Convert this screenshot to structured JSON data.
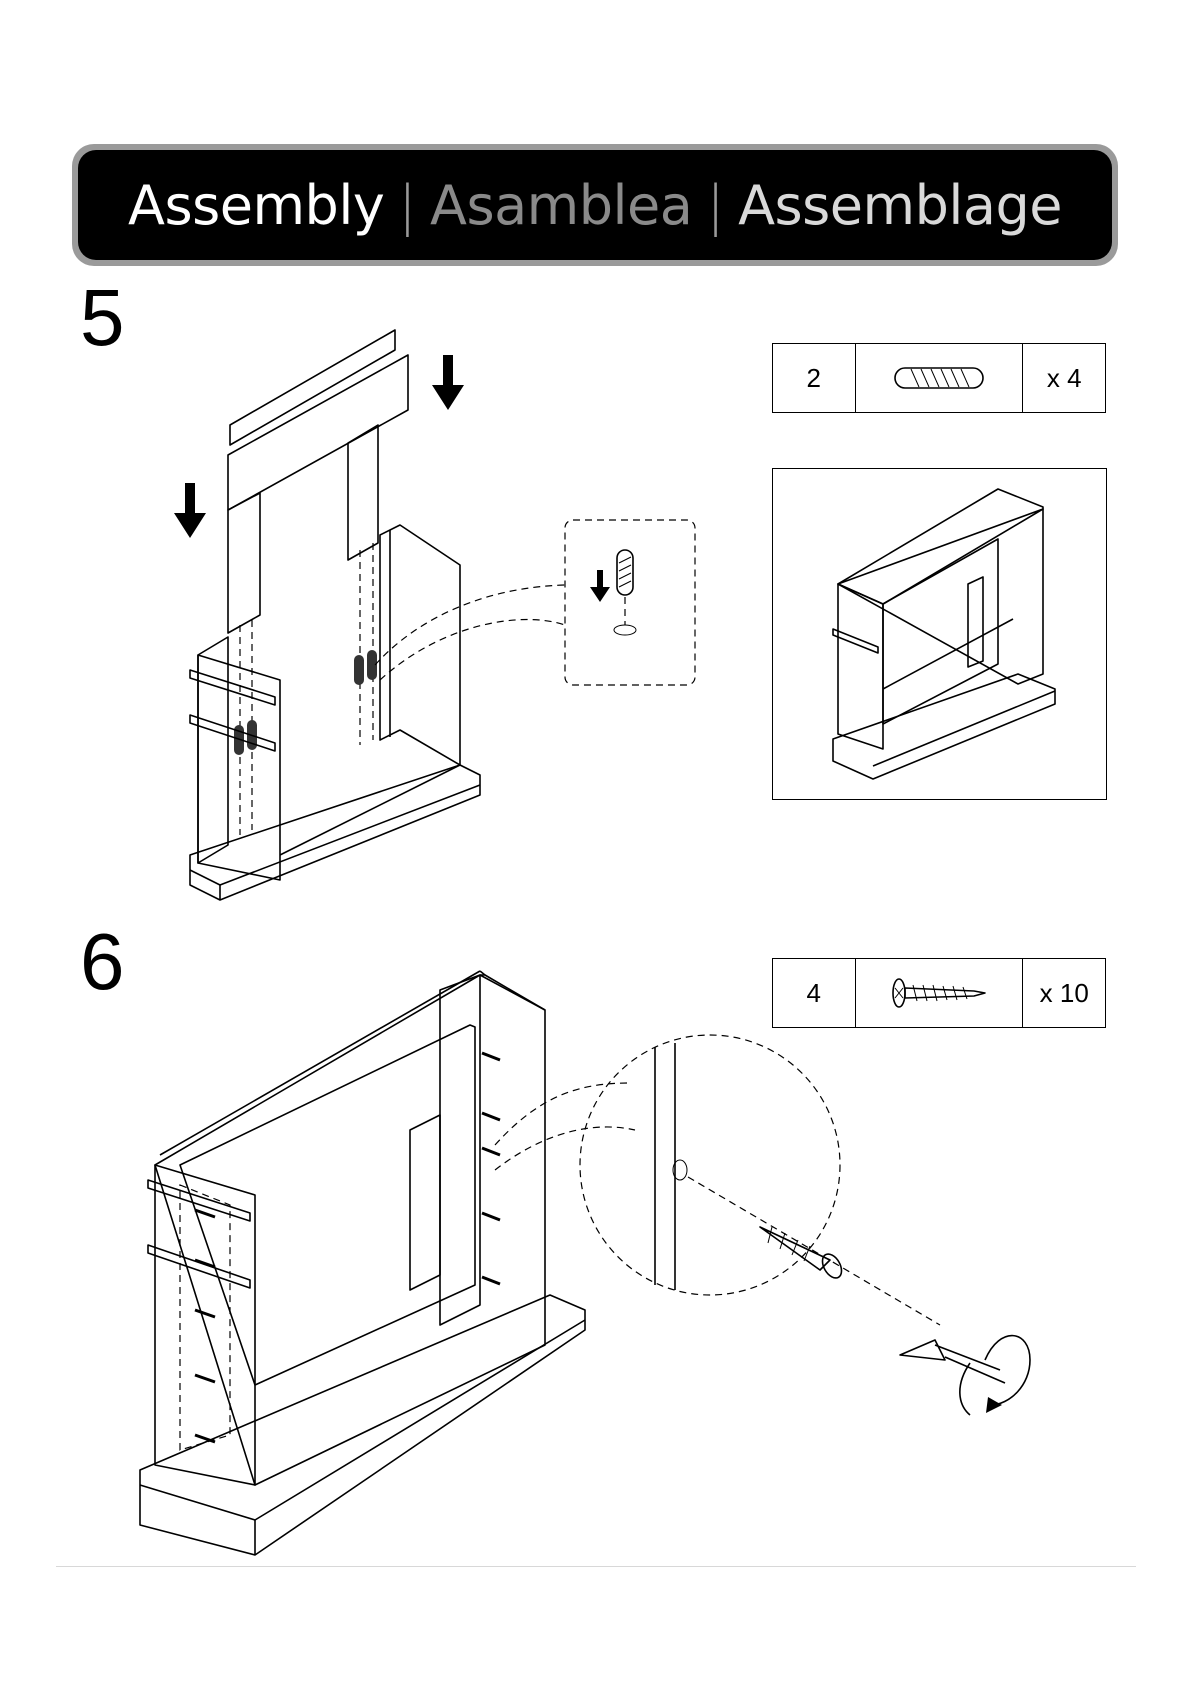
{
  "header": {
    "title_en": "Assembly",
    "separator": "|",
    "title_es": "Asamblea",
    "title_fr": "Assemblage"
  },
  "steps": [
    {
      "number": "5",
      "part": {
        "id": "2",
        "icon": "dowel-icon",
        "quantity": "x 4"
      }
    },
    {
      "number": "6",
      "part": {
        "id": "4",
        "icon": "screw-icon",
        "quantity": "x 10"
      }
    }
  ]
}
